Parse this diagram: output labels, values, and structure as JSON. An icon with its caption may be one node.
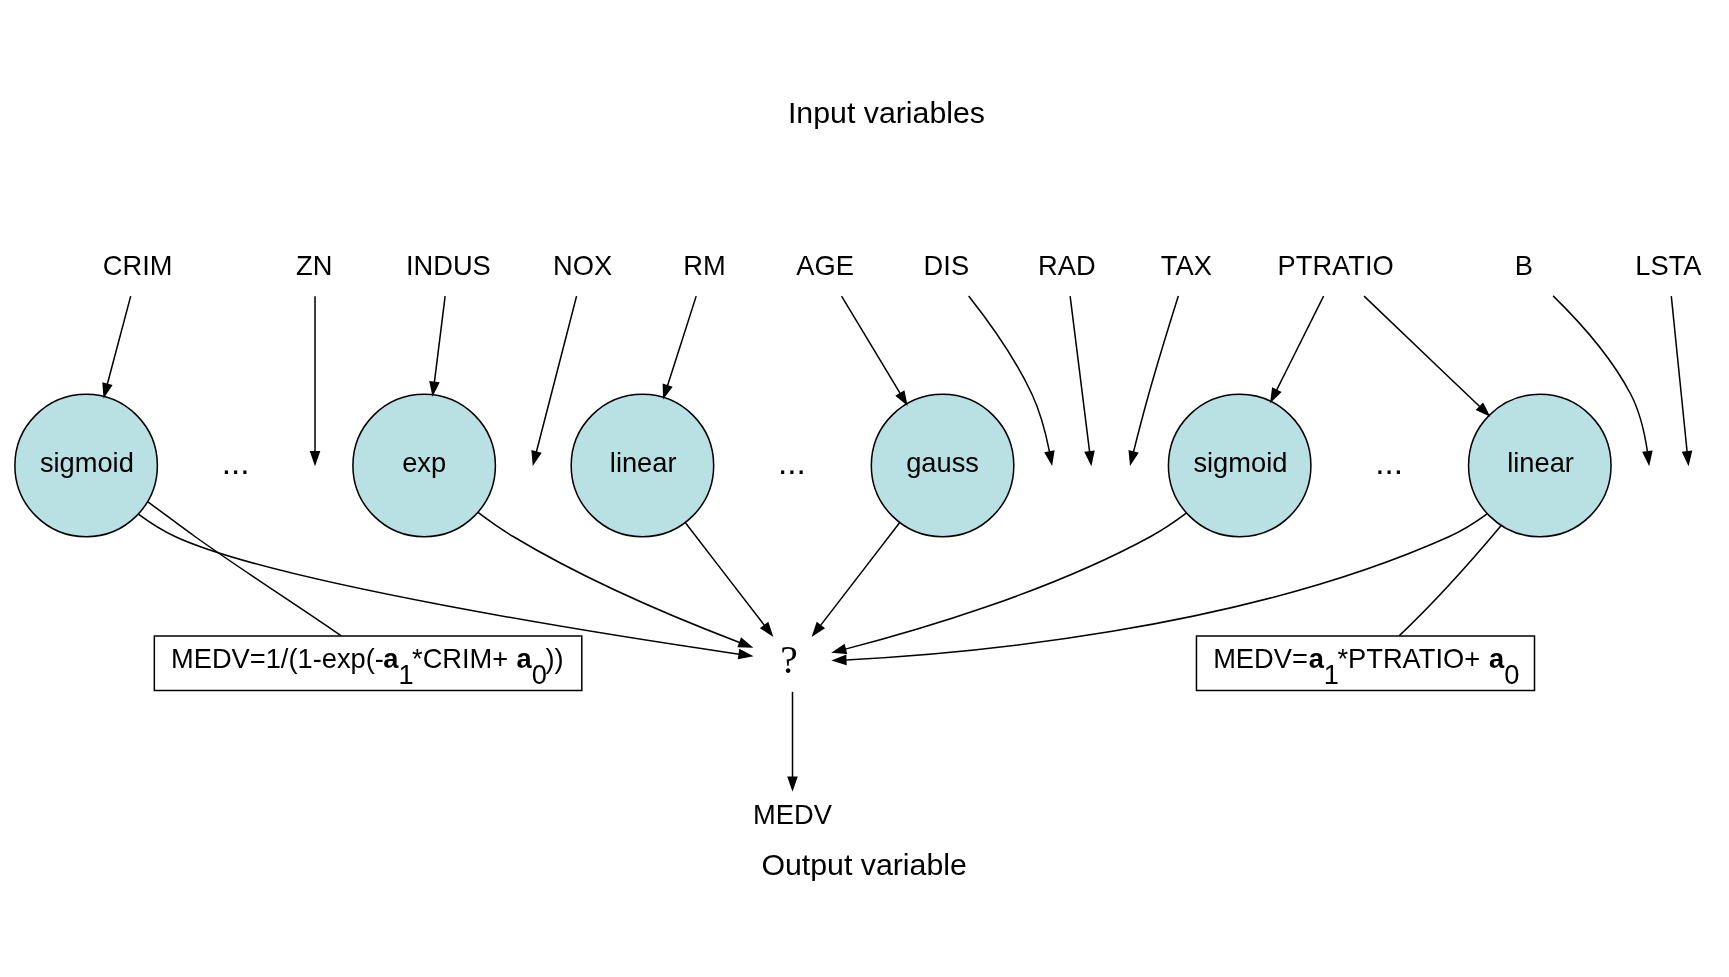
{
  "diagram": {
    "title": "Input variables",
    "caption": "Output variable",
    "nodes": [
      {
        "text": [
          "CRIM"
        ]
      },
      {
        "text": [
          "ZN"
        ]
      },
      {
        "text": [
          "INDUS"
        ]
      },
      {
        "text": [
          "NOX"
        ]
      },
      {
        "text": [
          "RM"
        ]
      },
      {
        "text": [
          "AGE"
        ]
      },
      {
        "text": [
          "DIS"
        ]
      },
      {
        "text": [
          "RAD"
        ]
      },
      {
        "text": [
          "TAX"
        ]
      },
      {
        "text": [
          "PTRATIO"
        ]
      },
      {
        "text": [
          "B"
        ]
      },
      {
        "text": [
          "LSTA"
        ]
      },
      {
        "text": [
          "sigmoid"
        ]
      },
      {
        "text": [
          "exp"
        ]
      },
      {
        "text": [
          "linear"
        ]
      },
      {
        "text": [
          "gauss"
        ]
      },
      {
        "text": [
          "sigmoid"
        ]
      },
      {
        "text": [
          "linear"
        ]
      },
      {
        "text": [
          "?"
        ]
      },
      {
        "text": [
          "MEDV"
        ]
      },
      {
        "text": [
          "MEDV=1/(1-exp(-**a**$_{1}$*CRIM+ **a**$_{0}$))"
        ]
      },
      {
        "text": [
          "MEDV=**a**$_{1}$*PTRATIO+ **a**$_{0}$"
        ]
      }
    ],
    "edges": [
      {
        "from": 0,
        "to": 12,
        "arrow": "to"
      },
      {
        "from": 1,
        "to": null,
        "arrow": "to"
      },
      {
        "from": 2,
        "to": 13,
        "arrow": "to"
      },
      {
        "from": 3,
        "to": null,
        "arrow": "to"
      },
      {
        "from": 4,
        "to": 14,
        "arrow": "to"
      },
      {
        "from": 5,
        "to": 15,
        "arrow": "to"
      },
      {
        "from": 6,
        "to": null,
        "arrow": "to"
      },
      {
        "from": 7,
        "to": null,
        "arrow": "to"
      },
      {
        "from": 8,
        "to": null,
        "arrow": "to"
      },
      {
        "from": 9,
        "to": 16,
        "arrow": "to"
      },
      {
        "from": 9,
        "to": 17,
        "arrow": "to"
      },
      {
        "from": 10,
        "to": null,
        "arrow": "to"
      },
      {
        "from": 11,
        "to": null,
        "arrow": "to"
      },
      {
        "from": 12,
        "to": 18,
        "arrow": "to"
      },
      {
        "from": 13,
        "to": 18,
        "arrow": "to"
      },
      {
        "from": 14,
        "to": 18,
        "arrow": "to"
      },
      {
        "from": 15,
        "to": 18,
        "arrow": "to"
      },
      {
        "from": 16,
        "to": 18,
        "arrow": "to"
      },
      {
        "from": 17,
        "to": 18,
        "arrow": "to"
      },
      {
        "from": 18,
        "to": 19,
        "arrow": "to"
      },
      {
        "from": 20,
        "to": 12,
        "arrow": "none"
      },
      {
        "from": 21,
        "to": 17,
        "arrow": "none"
      }
    ],
    "labels": [
      "...",
      "...",
      "..."
    ]
  }
}
